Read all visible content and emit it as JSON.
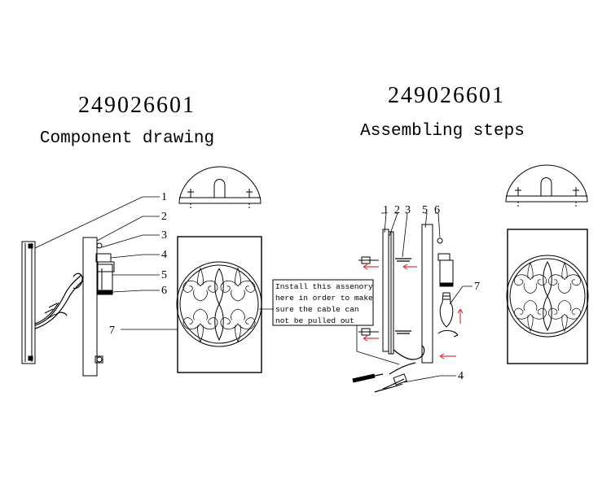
{
  "left": {
    "code": "249026601",
    "subtitle": "Component drawing",
    "callouts": [
      "1",
      "2",
      "3",
      "4",
      "5",
      "6",
      "7"
    ]
  },
  "right": {
    "code": "249026601",
    "subtitle": "Assembling steps",
    "callouts": [
      "1",
      "2",
      "3",
      "5",
      "6",
      "7",
      "4"
    ]
  },
  "note": {
    "lines": [
      "Install this assenory",
      "here in order to make",
      "sure the cable can",
      "not be pulled out"
    ]
  },
  "colors": {
    "ink": "#000000",
    "arrow": "#d04040"
  }
}
